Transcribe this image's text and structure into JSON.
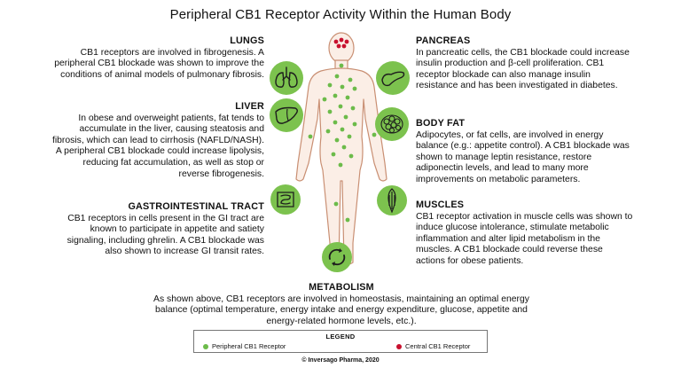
{
  "title": "Peripheral CB1 Receptor Activity Within the Human Body",
  "sections": {
    "lungs": {
      "heading": "LUNGS",
      "text": "CB1 receptors are involved in fibrogenesis. A peripheral CB1 blockade was shown to improve the conditions of animal models of pulmonary fibrosis."
    },
    "liver": {
      "heading": "LIVER",
      "text": "In obese and overweight patients, fat tends to accumulate in the liver, causing steatosis and fibrosis, which can lead to cirrhosis (NAFLD/NASH). A peripheral CB1 blockade could increase lipolysis, reducing fat accumulation, as well as stop or reverse fibrogenesis."
    },
    "gi": {
      "heading": "GASTROINTESTINAL TRACT",
      "text": "CB1 receptors in cells present in the GI tract are known to participate in appetite and satiety signaling, including ghrelin. A CB1 blockade was also shown to increase GI transit rates."
    },
    "pancreas": {
      "heading": "PANCREAS",
      "text": "In pancreatic cells, the CB1 blockade could increase insulin production and β-cell proliferation. CB1 receptor blockade can also manage insulin resistance and has been investigated in diabetes."
    },
    "body_fat": {
      "heading": "BODY FAT",
      "text": "Adipocytes, or fat cells, are involved in energy balance (e.g.: appetite control). A CB1 blockade was shown to manage leptin resistance, restore adiponectin levels, and lead to many more improvements on metabolic parameters."
    },
    "muscles": {
      "heading": "MUSCLES",
      "text": "CB1 receptor activation in muscle cells was shown to induce glucose intolerance, stimulate metabolic inflammation and alter lipid metabolism in the muscles. A CB1 blockade could reverse these actions for obese patients."
    },
    "metabolism": {
      "heading": "METABOLISM",
      "text": "As shown above, CB1 receptors are involved in homeostasis, maintaining an optimal energy balance (optimal temperature, energy intake and energy expenditure, glucose, appetite and energy-related hormone levels, etc.)."
    }
  },
  "legend": {
    "title": "LEGEND",
    "peripheral": "Peripheral CB1 Receptor",
    "central": "Central CB1 Receptor"
  },
  "copyright": "© Inversago Pharma, 2020",
  "colors": {
    "peripheral": "#6cbb4a",
    "central": "#c8102e",
    "icon_fill": "#7cc24e",
    "body_fill": "#fbeee6",
    "body_stroke": "#c98f73"
  },
  "icons": [
    "lungs-icon",
    "liver-icon",
    "intestine-icon",
    "pancreas-icon",
    "fat-cells-icon",
    "muscle-icon",
    "metabolism-icon",
    "brain-dots-icon"
  ]
}
